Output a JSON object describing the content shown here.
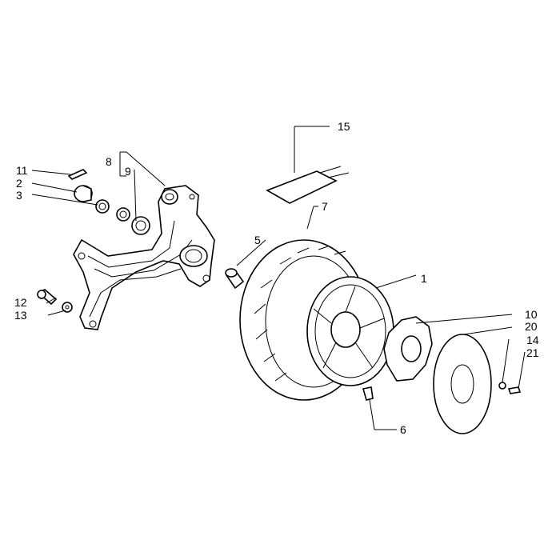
{
  "callouts": [
    {
      "id": "c1",
      "text": "1"
    },
    {
      "id": "c2",
      "text": "2"
    },
    {
      "id": "c3",
      "text": "3"
    },
    {
      "id": "c5",
      "text": "5"
    },
    {
      "id": "c6",
      "text": "6"
    },
    {
      "id": "c7",
      "text": "7"
    },
    {
      "id": "c8",
      "text": "8"
    },
    {
      "id": "c9",
      "text": "9"
    },
    {
      "id": "c10",
      "text": "10"
    },
    {
      "id": "c11",
      "text": "11"
    },
    {
      "id": "c12",
      "text": "12"
    },
    {
      "id": "c13",
      "text": "13"
    },
    {
      "id": "c14",
      "text": "14"
    },
    {
      "id": "c15",
      "text": "15"
    },
    {
      "id": "c20",
      "text": "20"
    },
    {
      "id": "c21",
      "text": "21"
    }
  ]
}
